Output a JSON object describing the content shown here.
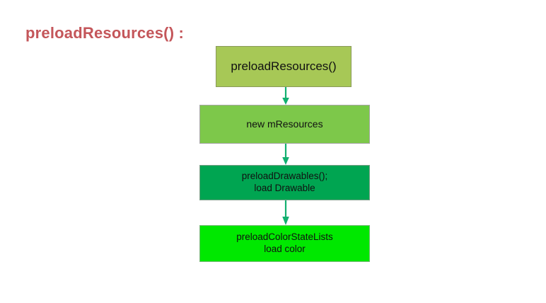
{
  "page": {
    "title": "preloadResources() :",
    "title_color": "#c4565a",
    "background": "#ffffff"
  },
  "diagram": {
    "type": "flowchart",
    "orientation": "vertical",
    "nodes": [
      {
        "id": "preload-resources",
        "label": "preloadResources()",
        "fill": "#a7c856",
        "border": "#8a9a5b"
      },
      {
        "id": "new-mresources",
        "label": "new mResources",
        "fill": "#7dc84a",
        "border": "#a6a6a6"
      },
      {
        "id": "preload-drawables",
        "label": "preloadDrawables();\nload Drawable",
        "fill": "#00a551",
        "border": "#7f9f8a"
      },
      {
        "id": "preload-colorstatelists",
        "label": "preloadColorStateLists\nload color",
        "fill": "#00e800",
        "border": "#7ab87a"
      }
    ],
    "connectors": [
      {
        "from": "preload-resources",
        "to": "new-mresources",
        "color": "#12b070",
        "style": "arrow-down"
      },
      {
        "from": "new-mresources",
        "to": "preload-drawables",
        "color": "#12b070",
        "style": "arrow-down"
      },
      {
        "from": "preload-drawables",
        "to": "preload-colorstatelists",
        "color": "#12b070",
        "style": "arrow-down"
      }
    ]
  }
}
